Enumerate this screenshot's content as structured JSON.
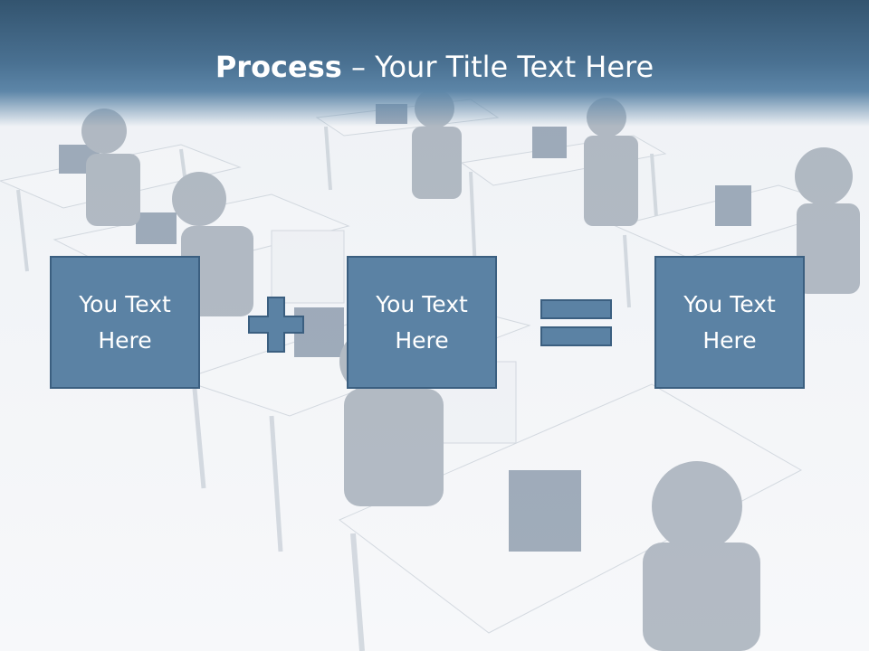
{
  "slide": {
    "title_bold": "Process",
    "title_dash": " – ",
    "title_rest": "Your Title Text Here"
  },
  "boxes": [
    {
      "text": "You Text Here"
    },
    {
      "text": "You Text Here"
    },
    {
      "text": "You Text Here"
    }
  ],
  "operators": [
    "plus-icon",
    "equals-icon"
  ],
  "colors": {
    "title_bar": "#4a7192",
    "box_fill": "#5b82a4",
    "box_border": "#3b5f80",
    "text": "#ffffff"
  }
}
